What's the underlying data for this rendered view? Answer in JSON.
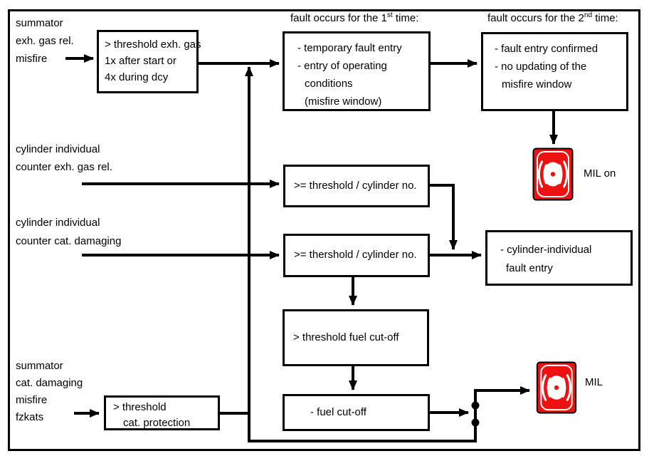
{
  "diagram": {
    "colors": {
      "mil_red": "#ee1111",
      "line_black": "#000000"
    },
    "headings": {
      "first_time": {
        "prefix": "fault occurs for the 1",
        "sup": "st",
        "suffix": " time:"
      },
      "second_time": {
        "prefix": "fault occurs for the 2",
        "sup": "nd",
        "suffix": " time:"
      }
    },
    "labels": {
      "summator_exh": {
        "line1": "summator",
        "line2": "exh. gas rel.",
        "line3": "misfire"
      },
      "cyl_exh": {
        "line1": "cylinder individual",
        "line2": "counter exh. gas rel."
      },
      "cyl_cat": {
        "line1": "cylinder individual",
        "line2": "counter cat. damaging"
      },
      "summator_cat": {
        "line1": "summator",
        "line2": "cat. damaging",
        "line3": "misfire",
        "line4": "fzkats"
      },
      "mil_on": "MIL on",
      "mil": "MIL"
    },
    "boxes": {
      "threshold_exh": {
        "line1": "> threshold exh. gas",
        "line2": "1x after start or",
        "line3": "4x during dcy"
      },
      "temp_fault": {
        "line1": "- temporary fault entry",
        "line2": "- entry of operating",
        "line3": "conditions",
        "line4": "(misfire window)"
      },
      "fault_confirmed": {
        "line1": "- fault entry confirmed",
        "line2": "- no updating of the",
        "line3": "misfire window"
      },
      "threshold_cyl_exh": {
        "line1": ">= threshold / cylinder no."
      },
      "threshold_cyl_cat": {
        "line1": ">= thershold / cylinder no."
      },
      "cyl_fault_entry": {
        "line1": "- cylinder-individual",
        "line2": "fault entry"
      },
      "threshold_fuel": {
        "line1": "> threshold fuel cut-off"
      },
      "fuel_cutoff": {
        "line1": "- fuel cut-off"
      },
      "threshold_cat": {
        "line1": "> threshold",
        "line2": "cat. protection"
      }
    }
  }
}
